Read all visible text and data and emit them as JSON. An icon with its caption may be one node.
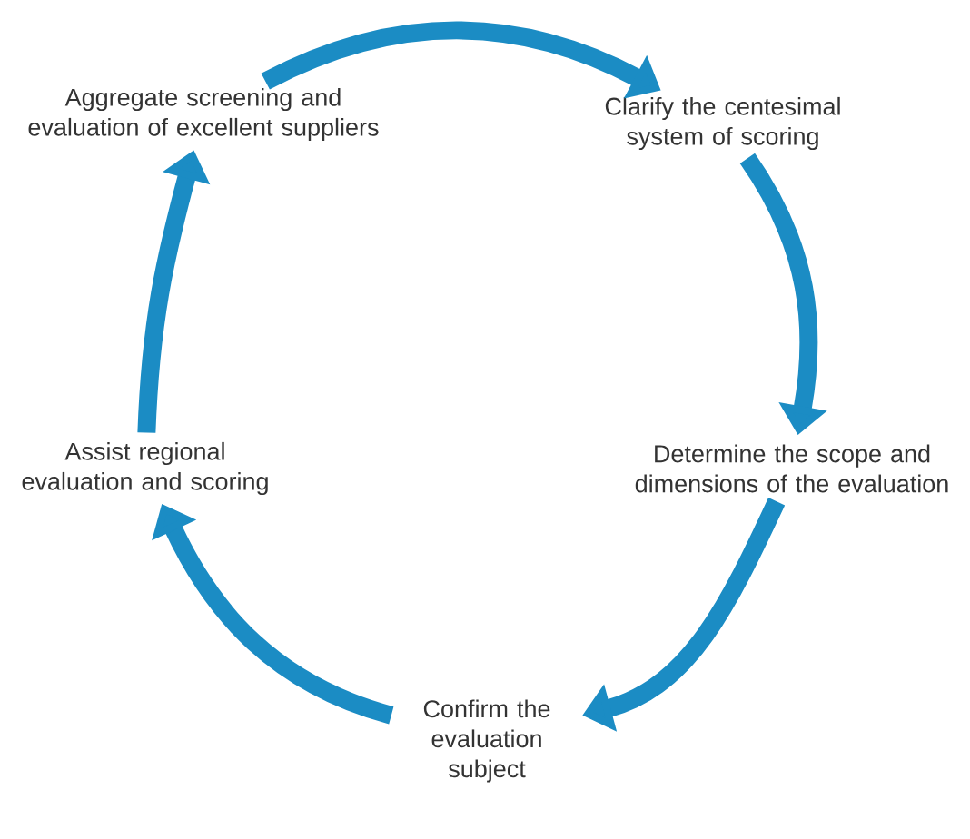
{
  "diagram": {
    "nodes": [
      {
        "text": [
          "Aggregate screening and evaluation of excellent suppliers"
        ]
      },
      {
        "text": [
          "Clarify the centesimal system of scoring"
        ]
      },
      {
        "text": [
          "Determine the scope and dimensions of the evaluation"
        ]
      },
      {
        "text": [
          "Confirm the evaluation subject"
        ]
      },
      {
        "text": [
          "Assist regional evaluation and scoring"
        ]
      }
    ],
    "edges": [
      {
        "from": 0,
        "to": 1,
        "arrow": "to"
      },
      {
        "from": 1,
        "to": 2,
        "arrow": "to"
      },
      {
        "from": 2,
        "to": 3,
        "arrow": "to"
      },
      {
        "from": 3,
        "to": 4,
        "arrow": "to"
      },
      {
        "from": 4,
        "to": 0,
        "arrow": "to"
      }
    ]
  }
}
